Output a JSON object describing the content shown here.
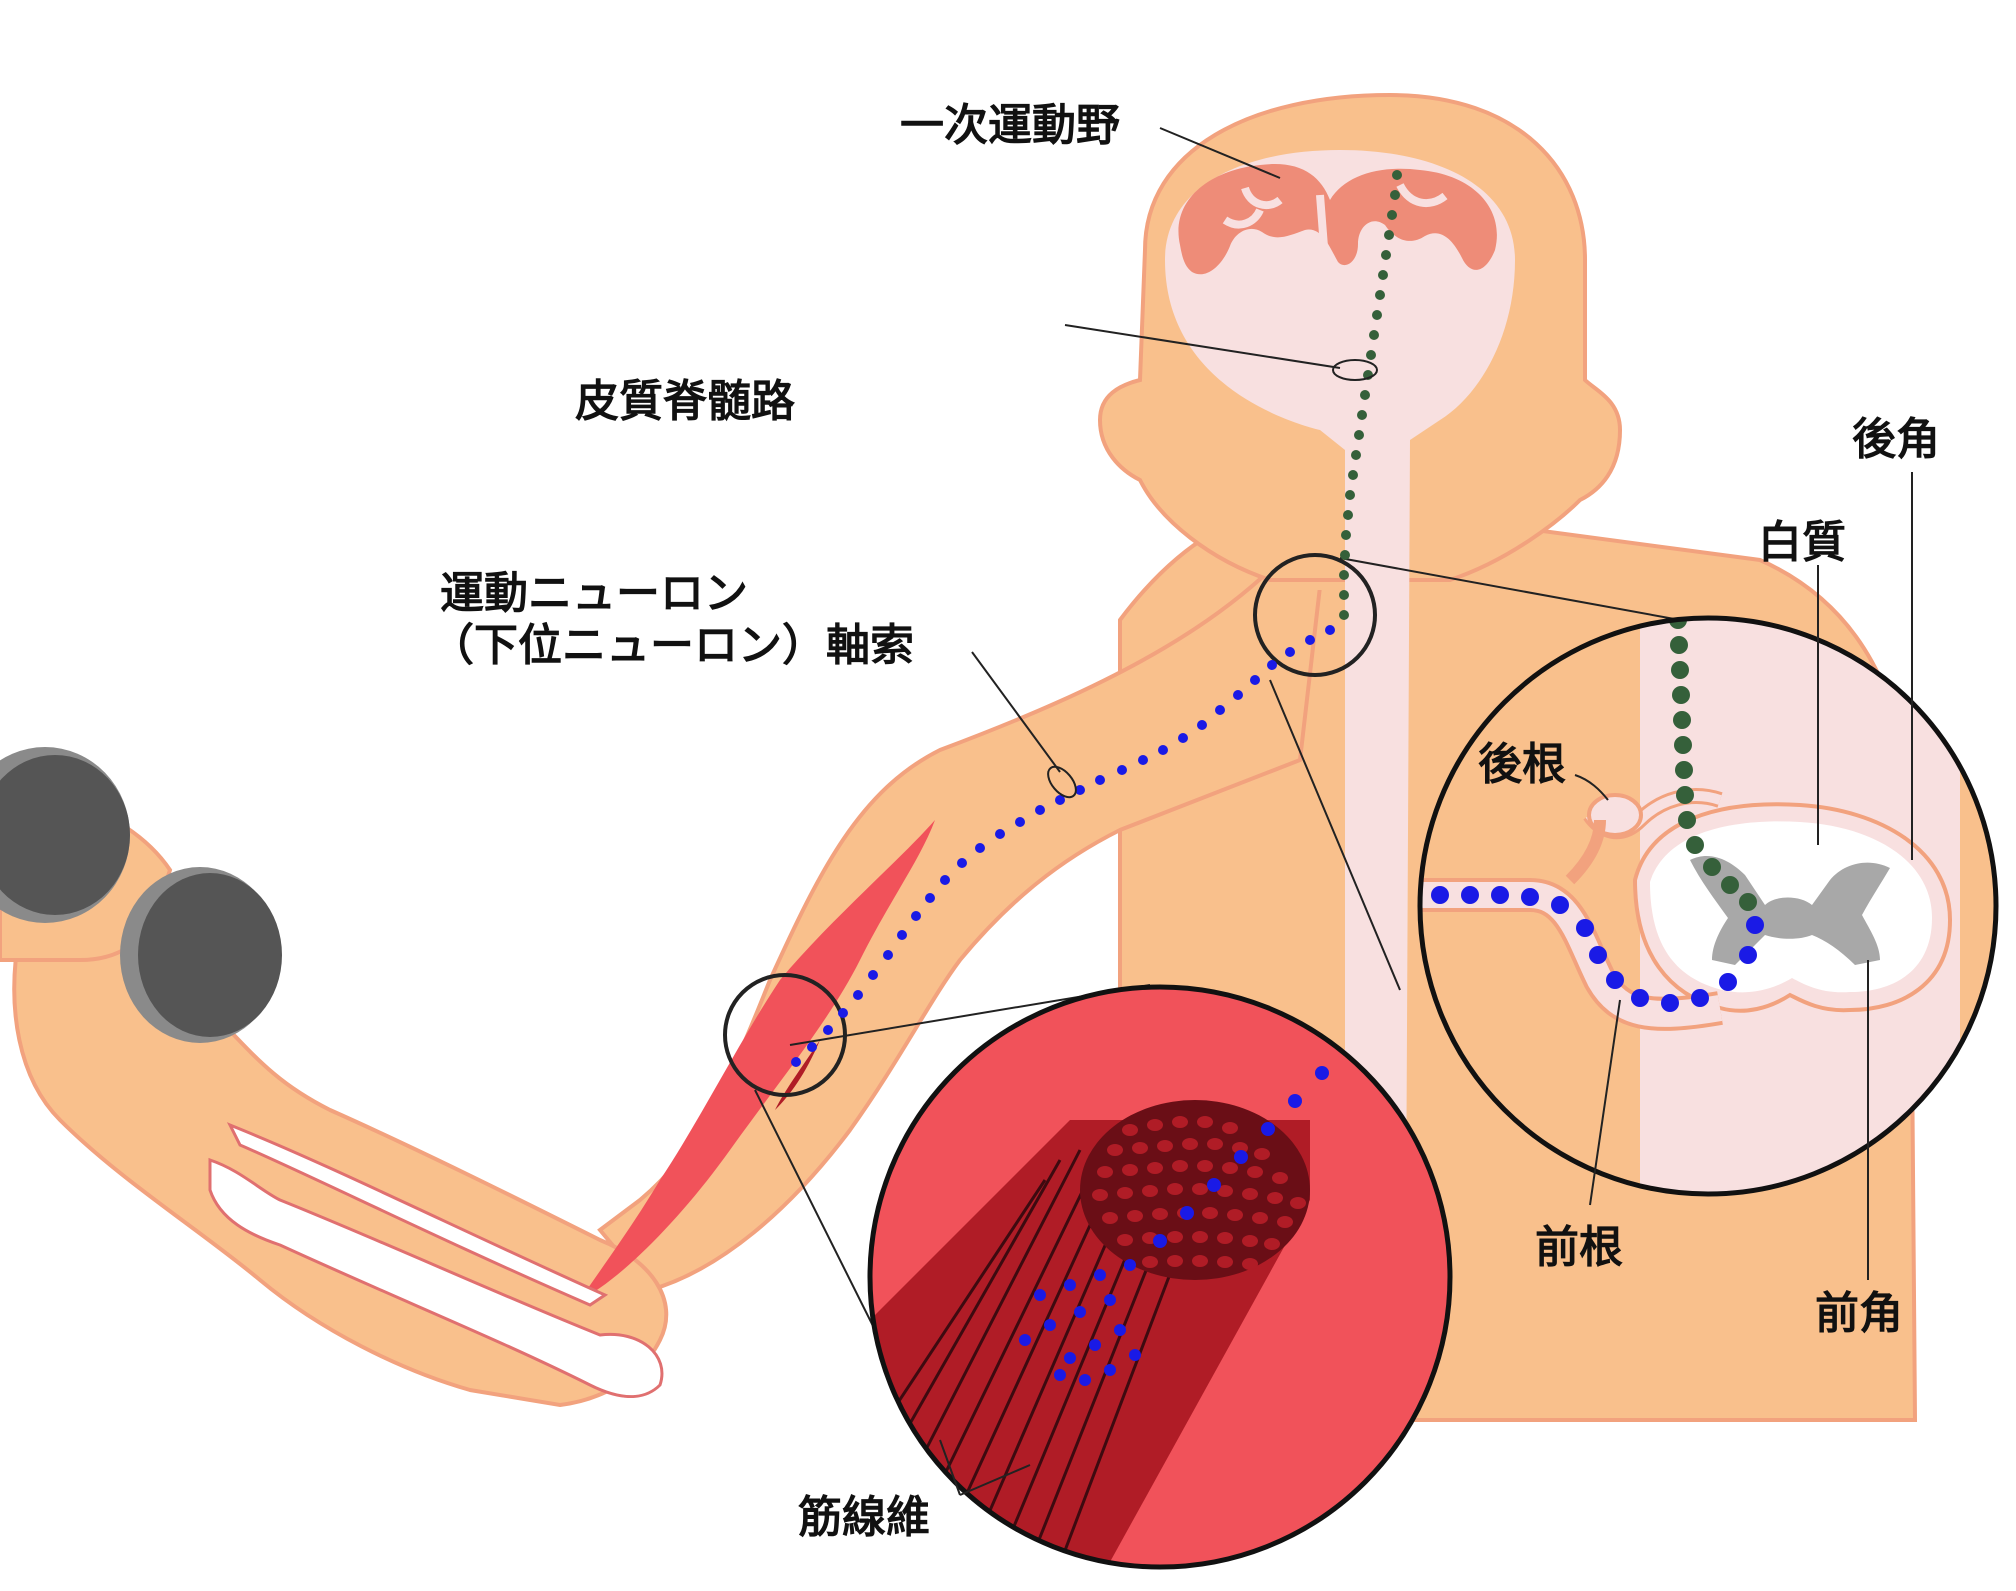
{
  "colors": {
    "skin": "#f9c08c",
    "skin_outline": "#f2a27e",
    "brain_pale": "#f8e0e0",
    "cortex": "#ee8c78",
    "muscle": "#f1525a",
    "muscle_fiber": "#b01c26",
    "muscle_fiber_dark": "#6a0e16",
    "upper_neuron": "#35603a",
    "lower_neuron": "#1a1ae6",
    "gray_matter": "#a8a8a8",
    "dumbbell": "#555555",
    "bone": "#ffffff"
  },
  "labels": {
    "title_fragment": "",
    "primary_motor_cortex": "一次運動野",
    "corticospinal_tract": "皮質脊髄路",
    "motor_neuron_line1": "運動ニューロン",
    "motor_neuron_line2": "（下位ニューロン）軸索",
    "posterior_horn": "後角",
    "white_matter": "白質",
    "dorsal_root": "後根",
    "ventral_root": "前根",
    "anterior_horn": "前角",
    "muscle_fiber": "筋線維"
  }
}
